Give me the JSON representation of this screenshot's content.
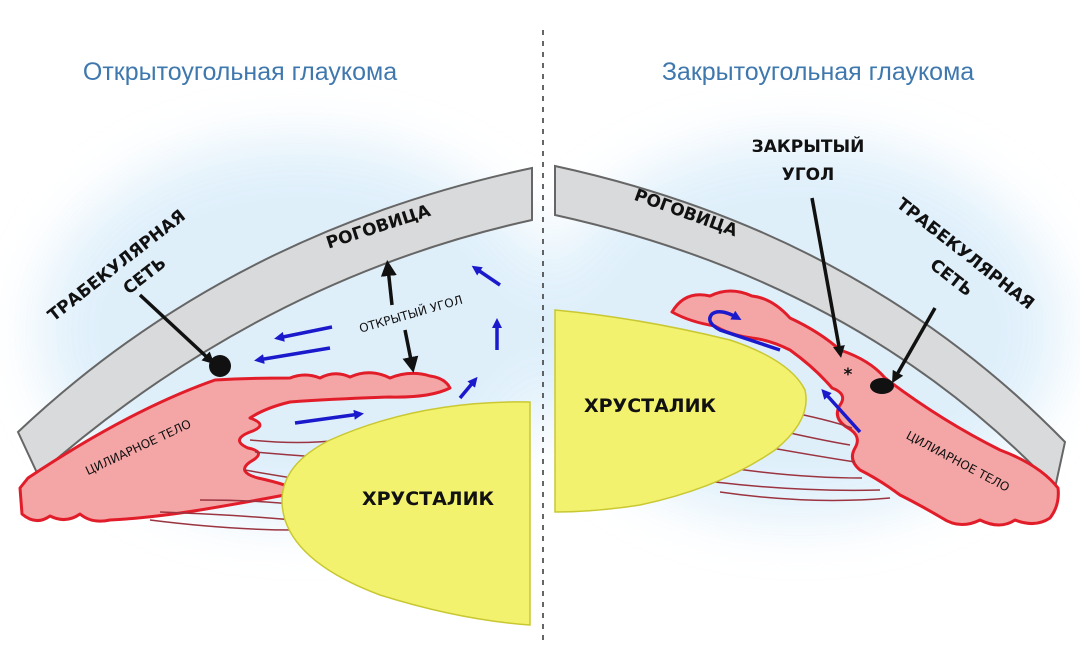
{
  "left_panel": {
    "title": "Открытоугольная глаукома",
    "labels": {
      "trabecular_line1": "ТРАБЕКУЛЯРНАЯ",
      "trabecular_line2": "СЕТЬ",
      "cornea": "РОГОВИЦА",
      "open_angle": "ОТКРЫТЫЙ УГОЛ",
      "ciliary_body": "ЦИЛИАРНОЕ ТЕЛО",
      "lens": "ХРУСТАЛИК"
    }
  },
  "right_panel": {
    "title": "Закрытоугольная глаукома",
    "labels": {
      "closed_angle_line1": "ЗАКРЫТЫЙ",
      "closed_angle_line2": "УГОЛ",
      "cornea": "РОГОВИЦА",
      "trabecular_line1": "ТРАБЕКУЛЯРНАЯ",
      "trabecular_line2": "СЕТЬ",
      "lens": "ХРУСТАЛИК",
      "ciliary_body": "ЦИЛИАРНОЕ ТЕЛО",
      "blocked_point": "*"
    }
  },
  "colors": {
    "cornea": "#d9dadb",
    "ciliary": "#f4a6a6",
    "ciliary_stroke": "#e21d2a",
    "lens": "#f3f26e",
    "flow_arrow": "#1a1acc",
    "title": "#3f78ae",
    "haze": "#dceefa"
  }
}
